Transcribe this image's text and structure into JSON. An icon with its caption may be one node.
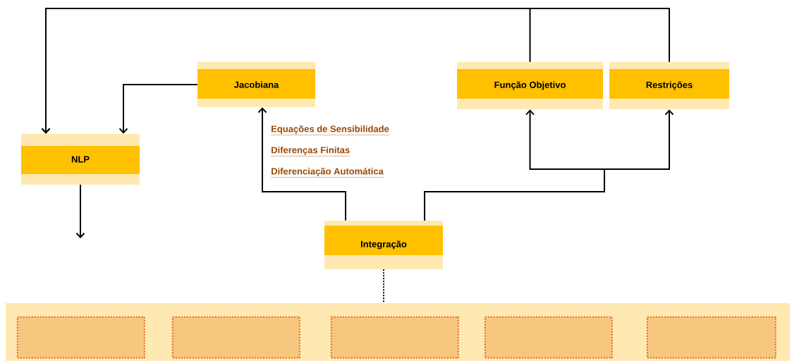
{
  "diagram": {
    "nodes": [
      {
        "text": [
          "NLP"
        ]
      },
      {
        "text": [
          "Jacobiana"
        ]
      },
      {
        "text": [
          "Função Objetivo"
        ]
      },
      {
        "text": [
          "Restrições"
        ]
      },
      {
        "text": [
          "Integração"
        ]
      },
      {
        "text": [],
        "shape": "box"
      },
      {
        "text": [],
        "shape": "box",
        "in": 5
      },
      {
        "text": [],
        "shape": "box",
        "in": 5
      },
      {
        "text": [],
        "shape": "box",
        "in": 5
      },
      {
        "text": [],
        "shape": "box",
        "in": 5
      },
      {
        "text": [],
        "shape": "box",
        "in": 5
      }
    ],
    "edges": [
      {
        "from": 2,
        "to": 0,
        "arrow": "to"
      },
      {
        "from": 3,
        "to": 0,
        "arrow": "to"
      },
      {
        "from": 1,
        "to": 0,
        "arrow": "to"
      },
      {
        "from": 0,
        "to": null,
        "arrow": "to"
      },
      {
        "from": 4,
        "to": 1,
        "arrow": "to"
      },
      {
        "from": 4,
        "to": 2,
        "arrow": "to"
      },
      {
        "from": 4,
        "to": 3,
        "arrow": "to"
      },
      {
        "from": 4,
        "to": 5,
        "arrow": "none",
        "style": "dashed"
      }
    ],
    "labels": [
      "Equações de Sensibilidade",
      "Diferenças  Finitas",
      "Diferenciação Automática"
    ]
  }
}
